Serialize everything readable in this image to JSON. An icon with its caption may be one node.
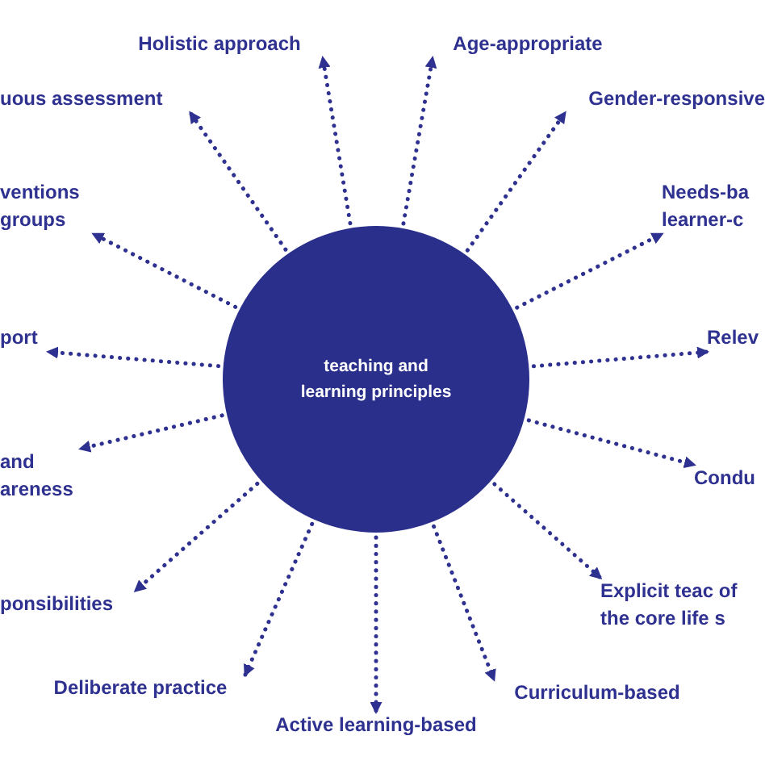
{
  "diagram": {
    "nodes": [
      {
        "text": [
          "teaching and learning principles"
        ]
      },
      {
        "text": [
          "Holistic approach"
        ]
      },
      {
        "text": [
          "Age-appropriate"
        ]
      },
      {
        "text": [
          "uous assessment"
        ]
      },
      {
        "text": [
          "Gender-responsive"
        ]
      },
      {
        "text": [
          "ventions groups"
        ]
      },
      {
        "text": [
          "Needs-ba learner-c"
        ]
      },
      {
        "text": [
          "port"
        ]
      },
      {
        "text": [
          "Relev"
        ]
      },
      {
        "text": [
          "and areness"
        ]
      },
      {
        "text": [
          "Condu"
        ]
      },
      {
        "text": [
          "ponsibilities"
        ]
      },
      {
        "text": [
          "Explicit teac of the core life s"
        ]
      },
      {
        "text": [
          "Deliberate practice"
        ]
      },
      {
        "text": [
          "Curriculum-based"
        ]
      },
      {
        "text": [
          "Active learning-based"
        ]
      }
    ],
    "edges": [
      {
        "from": 0,
        "to": 1,
        "arrow": "to"
      },
      {
        "from": 0,
        "to": 2,
        "arrow": "to"
      },
      {
        "from": 0,
        "to": 3,
        "arrow": "to"
      },
      {
        "from": 0,
        "to": 4,
        "arrow": "to"
      },
      {
        "from": 0,
        "to": 5,
        "arrow": "to"
      },
      {
        "from": 0,
        "to": 6,
        "arrow": "to"
      },
      {
        "from": 0,
        "to": 7,
        "arrow": "to"
      },
      {
        "from": 0,
        "to": 8,
        "arrow": "to"
      },
      {
        "from": 0,
        "to": 9,
        "arrow": "to"
      },
      {
        "from": 0,
        "to": 10,
        "arrow": "to"
      },
      {
        "from": 0,
        "to": 11,
        "arrow": "to"
      },
      {
        "from": 0,
        "to": 12,
        "arrow": "to"
      },
      {
        "from": 0,
        "to": 13,
        "arrow": "to"
      },
      {
        "from": 0,
        "to": 14,
        "arrow": "to"
      },
      {
        "from": 0,
        "to": 15,
        "arrow": "to"
      }
    ]
  }
}
